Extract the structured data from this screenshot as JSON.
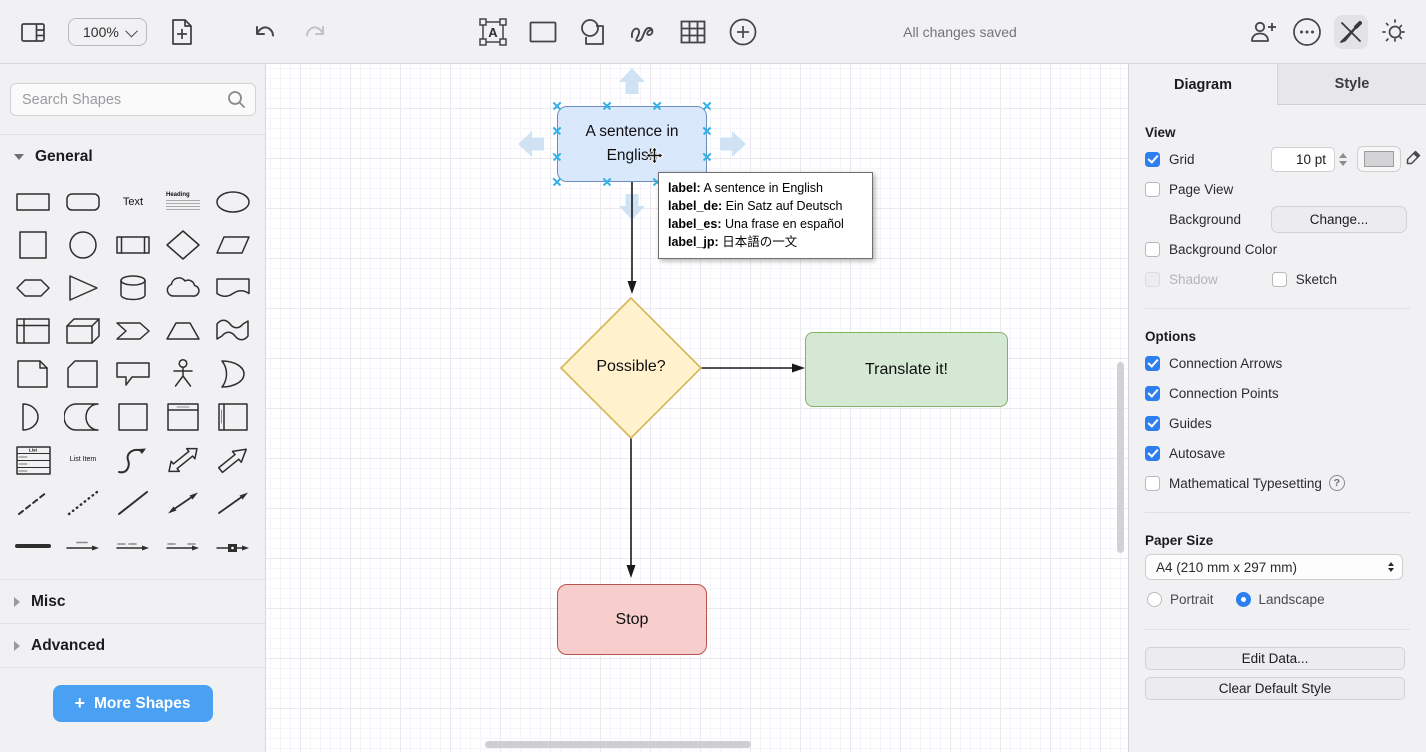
{
  "toolbar": {
    "zoom_value": "100%",
    "status": "All changes saved"
  },
  "sidebar": {
    "search_placeholder": "Search Shapes",
    "sections": [
      {
        "label": "General",
        "expanded": true
      },
      {
        "label": "Misc",
        "expanded": false
      },
      {
        "label": "Advanced",
        "expanded": false
      }
    ],
    "more_shapes_label": "More Shapes",
    "palette": {
      "text_shape": "Text",
      "heading_shape": "Heading",
      "list_shape": "List",
      "list_item_shape": "List Item"
    }
  },
  "canvas": {
    "nodes": [
      {
        "id": "start",
        "label": "A sentence in English",
        "fill": "#dae8fc",
        "stroke": "#6c8ebf"
      },
      {
        "id": "decision",
        "label": "Possible?",
        "fill": "#fff2cc",
        "stroke": "#d6b656"
      },
      {
        "id": "translate",
        "label": "Translate it!",
        "fill": "#d5e8d4",
        "stroke": "#82b366"
      },
      {
        "id": "stop",
        "label": "Stop",
        "fill": "#f8cecc",
        "stroke": "#b85450"
      }
    ],
    "tooltip": {
      "rows": [
        {
          "key": "label:",
          "value": "A sentence in English"
        },
        {
          "key": "label_de:",
          "value": "Ein Satz auf Deutsch"
        },
        {
          "key": "label_es:",
          "value": "Una frase en español"
        },
        {
          "key": "label_jp:",
          "value": "日本語の一文"
        }
      ]
    },
    "selection_color": "#2fb0e8",
    "direction_arrow_color": "#cfe3f5"
  },
  "panel": {
    "tabs": [
      {
        "label": "Diagram",
        "active": true
      },
      {
        "label": "Style",
        "active": false
      }
    ],
    "view": {
      "title": "View",
      "grid_label": "Grid",
      "grid_size": "10 pt",
      "page_view_label": "Page View",
      "background_label": "Background",
      "change_button": "Change...",
      "background_color_label": "Background Color",
      "shadow_label": "Shadow",
      "sketch_label": "Sketch"
    },
    "options": {
      "title": "Options",
      "items": [
        {
          "label": "Connection Arrows",
          "checked": true
        },
        {
          "label": "Connection Points",
          "checked": true
        },
        {
          "label": "Guides",
          "checked": true
        },
        {
          "label": "Autosave",
          "checked": true
        },
        {
          "label": "Mathematical Typesetting",
          "checked": false
        }
      ]
    },
    "paper": {
      "title": "Paper Size",
      "size_value": "A4 (210 mm x 297 mm)",
      "portrait_label": "Portrait",
      "landscape_label": "Landscape",
      "orientation": "landscape"
    },
    "buttons": {
      "edit_data": "Edit Data...",
      "clear_default_style": "Clear Default Style"
    },
    "accent_color": "#2d7ff0"
  }
}
